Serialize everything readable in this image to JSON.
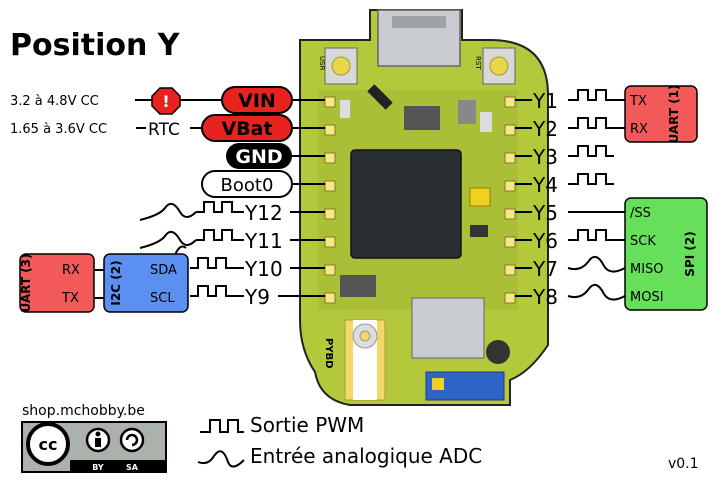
{
  "title": "Position Y",
  "left_labels": {
    "vin_range": "3.2 à 4.8V CC",
    "vbat_range": "1.65 à 3.6V CC",
    "rtc": "RTC",
    "vin": "VIN",
    "vbat": "VBat",
    "gnd": "GND",
    "boot0": "Boot0"
  },
  "left_pins": [
    "Y12",
    "Y11",
    "Y10",
    "Y9"
  ],
  "right_pins": [
    "Y1",
    "Y2",
    "Y3",
    "Y4",
    "Y5",
    "Y6",
    "Y7",
    "Y8"
  ],
  "uart1": {
    "title": "UART (1)",
    "tx": "TX",
    "rx": "RX"
  },
  "spi2": {
    "title": "SPI (2)",
    "ss": "/SS",
    "sck": "SCK",
    "miso": "MISO",
    "mosi": "MOSI"
  },
  "uart3": {
    "title": "UART (3)",
    "rx": "RX",
    "tx": "TX"
  },
  "i2c2": {
    "title": "I2C (2)",
    "sda": "SDA",
    "scl": "SCL"
  },
  "board": {
    "usr": "USR",
    "rst": "RST",
    "pybd": "PYBD"
  },
  "website": "shop.mchobby.be",
  "license": {
    "by": "BY",
    "sa": "SA"
  },
  "legend": {
    "pwm": "Sortie PWM",
    "adc": "Entrée analogique ADC"
  },
  "version": "v0.1",
  "colors": {
    "red": "#e8231f",
    "board": "#a9c23a",
    "uart": "#f25a5a",
    "spi": "#66e05a",
    "i2c": "#5b8ff0"
  }
}
